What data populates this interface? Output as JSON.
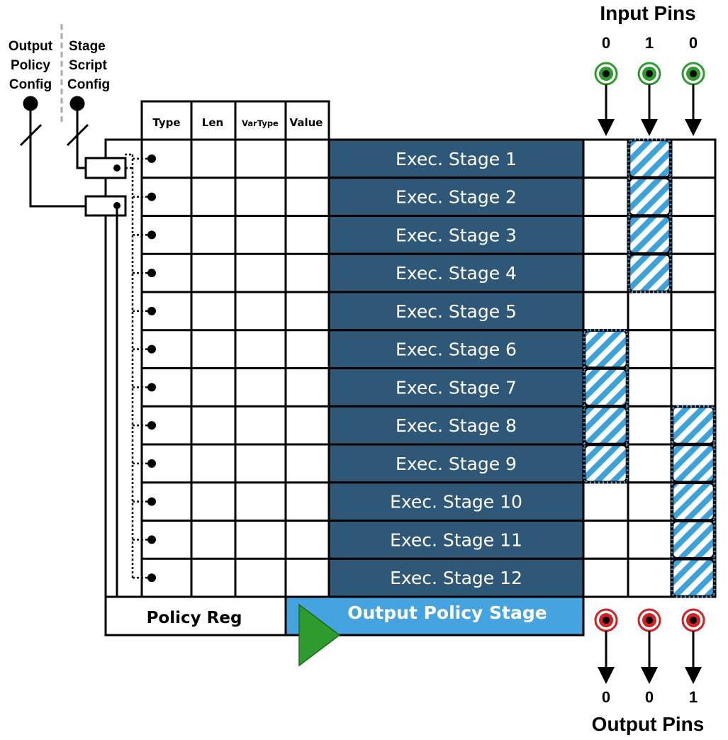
{
  "labels": {
    "output_policy_config": [
      "Output",
      "Policy",
      "Config"
    ],
    "stage_script_config": [
      "Stage",
      "Script",
      "Config"
    ],
    "input_pins_title": "Input Pins",
    "output_pins_title": "Output Pins"
  },
  "table": {
    "columns": [
      "Type",
      "Len",
      "VarType",
      "Value"
    ]
  },
  "stages": [
    "Exec. Stage 1",
    "Exec. Stage 2",
    "Exec. Stage 3",
    "Exec. Stage 4",
    "Exec. Stage 5",
    "Exec. Stage 6",
    "Exec. Stage 7",
    "Exec. Stage 8",
    "Exec. Stage 9",
    "Exec. Stage 10",
    "Exec. Stage 11",
    "Exec. Stage 12"
  ],
  "input_pins": [
    "0",
    "1",
    "0"
  ],
  "output_pins": [
    "0",
    "0",
    "1"
  ],
  "pin_matrix": [
    [
      0,
      1,
      0
    ],
    [
      0,
      1,
      0
    ],
    [
      0,
      1,
      0
    ],
    [
      0,
      1,
      0
    ],
    [
      0,
      0,
      0
    ],
    [
      1,
      0,
      0
    ],
    [
      1,
      0,
      0
    ],
    [
      1,
      0,
      1
    ],
    [
      1,
      0,
      1
    ],
    [
      0,
      0,
      1
    ],
    [
      0,
      0,
      1
    ],
    [
      0,
      0,
      1
    ]
  ],
  "policy_reg_label": "Policy Reg",
  "output_policy_stage_label": "Output Policy Stage",
  "colors": {
    "stage_fill": "#2f5878",
    "output_stage_fill": "#45a4e0",
    "hatch": "#3ba2dc",
    "input_pin": "#2e9b2e",
    "output_pin": "#d42020",
    "triangle": "#2e9b2e"
  }
}
